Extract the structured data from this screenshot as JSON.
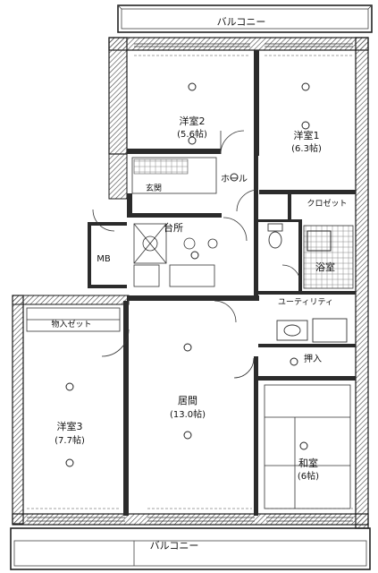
{
  "balcony_top": "バルコニー",
  "balcony_bottom": "バルコニー",
  "rooms": {
    "western2": {
      "name": "洋室2",
      "size": "(5.6帖)"
    },
    "western1": {
      "name": "洋室1",
      "size": "(6.3帖)"
    },
    "western3": {
      "name": "洋室3",
      "size": "(7.7帖)"
    },
    "living": {
      "name": "居間",
      "size": "(13.0帖)"
    },
    "japanese": {
      "name": "和室",
      "size": "(6帖)"
    },
    "kitchen": {
      "name": "台所"
    },
    "hall": {
      "name": "ホール"
    },
    "bath": {
      "name": "浴室"
    },
    "utility": {
      "name": "ユーティリティ"
    },
    "closet": {
      "name": "クロゼット"
    },
    "oshiire": {
      "name": "押入"
    },
    "storage": {
      "name": "MB"
    },
    "wall_closet": {
      "name": "物入ゼット"
    },
    "entrance": {
      "name": "玄関"
    }
  },
  "colors": {
    "line": "#1a1a1a",
    "wall": "#2b2b2b",
    "hatch": "#555555",
    "paper": "#ffffff"
  }
}
